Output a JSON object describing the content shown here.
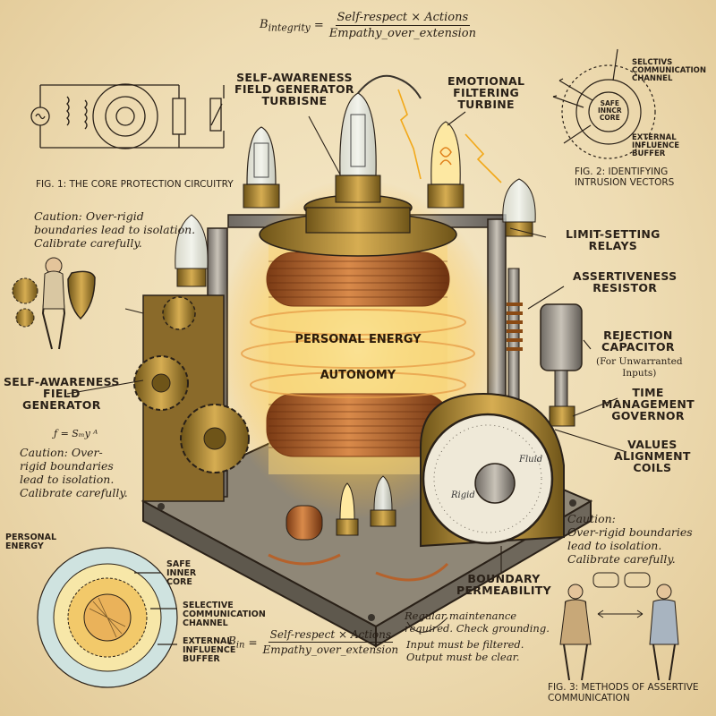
{
  "formulas": {
    "top": {
      "lhs": "B",
      "sub": "integrity",
      "eq": "=",
      "num": "Self-respect × Actions",
      "den": "Empathy_over_extension"
    },
    "bottom": {
      "lhs": "B",
      "sub": "in",
      "eq": "=",
      "num": "Self-respect × Actions",
      "den": "Empathy_over_extension"
    },
    "scribble": "ƒ = Sₘy  ᴬ"
  },
  "figures": {
    "fig1": "FIG. 1: THE CORE PROTECTION CIRCUITRY",
    "fig2": "FIG. 2: IDENTIFYING\nINTRUSION VECTORS",
    "fig3": "FIG. 3: METHODS OF ASSERTIVE\nCOMMUNICATION"
  },
  "labels": {
    "turbine_left": "SELF-AWARENESS\nFIELD GENERATOR\nTURBISNE",
    "turbine_right": "EMOTIONAL\nFILTERING\nTURBINE",
    "generator_left": "SELF-AWARENESS\nFIELD\nGENERATOR",
    "limit": "LIMIT-SETTING\nRELAYS",
    "assert": "ASSERTIVENESS\nRESISTOR",
    "rejection": "REJECTION\nCAPACITOR",
    "rejection_sub": "(For Unwarranted\nInputs)",
    "time": "TIME\nMANAGEMENT\nGOVERNOR",
    "values": "VALUES\nALIGNMENT\nCOILS",
    "boundary": "BOUNDARY\nPERMEABILITY"
  },
  "core_text": {
    "line1": "PERSONAL ENERGY",
    "line2": "AUTONOMY"
  },
  "dial": {
    "left": "Rigid",
    "right": "Fluid"
  },
  "notes": {
    "caution_top": "Caution: Over-rigid\nboundaries lead to isolation.\nCalibrate carefully.",
    "caution_left": "Caution: Over-\nrigid boundaries\nlead to isolation.\nCalibrate carefully.",
    "caution_right": "Caution:\nOver-rigid boundaries\nlead to isolation.\nCalibrate carefully.",
    "maintenance": "Regular maintenance\nrequired. Check grounding.",
    "io": "Input must be filtered.\nOutput must be clear."
  },
  "fig2_labels": {
    "selective": "SELCTIVS\nCOMMUNICATION\nCHANNEL",
    "core": "SAFE\nINNCR\nCORE",
    "buffer": "EXTERNAL\nINFLUENCE\nBUFFER"
  },
  "rings_legend": {
    "personal": "PERSONAL\nENERGY",
    "safe": "SAFE\nINNER\nCORE",
    "selective": "SELECTIVE\nCOMMUNICATION\nCHANNEL",
    "external": "EXTERNAL\nINFLUENCE\nBUFFER"
  },
  "colors": {
    "copper": "#b5622c",
    "brass": "#b88a2e",
    "paper": "#efe0bd",
    "ink": "#2a2118",
    "glow": "#ffd24a"
  }
}
